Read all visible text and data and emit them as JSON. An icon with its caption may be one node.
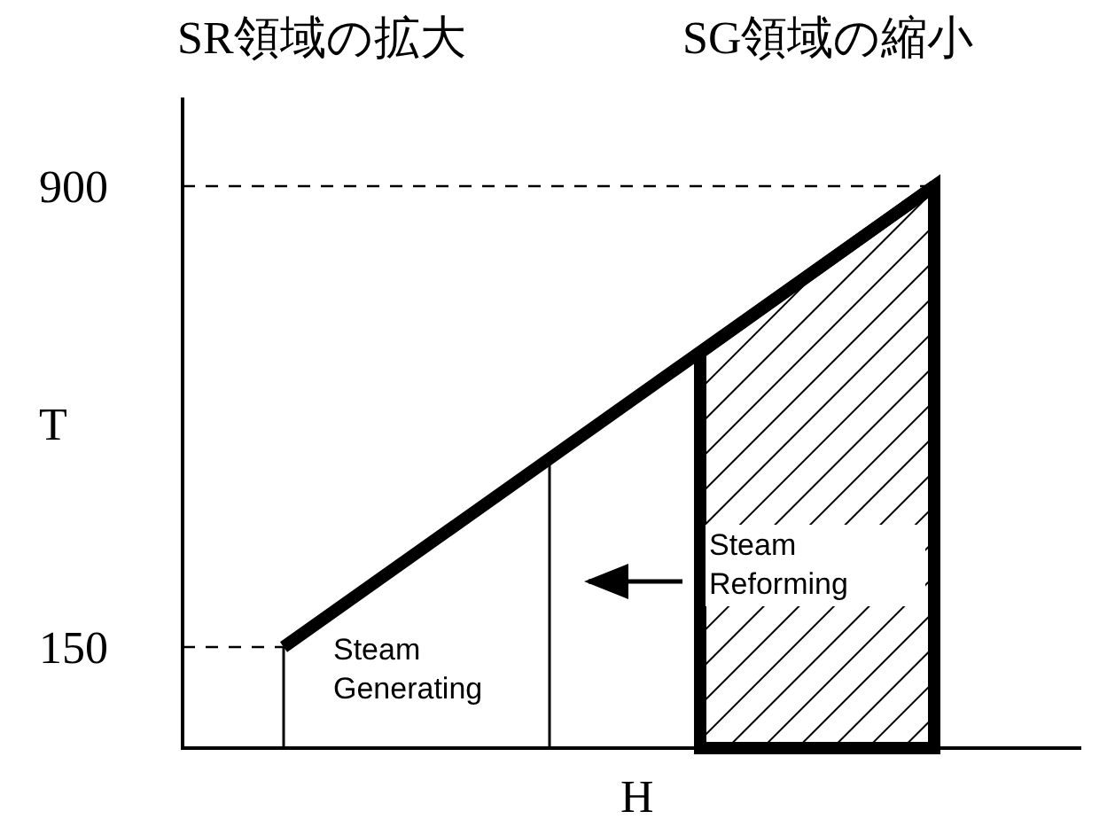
{
  "diagram": {
    "labels": [
      "SR領域の拡大",
      "SG領域の縮小",
      "900",
      "T",
      "150",
      "Steam Reforming",
      "Steam Generating",
      "H"
    ]
  }
}
